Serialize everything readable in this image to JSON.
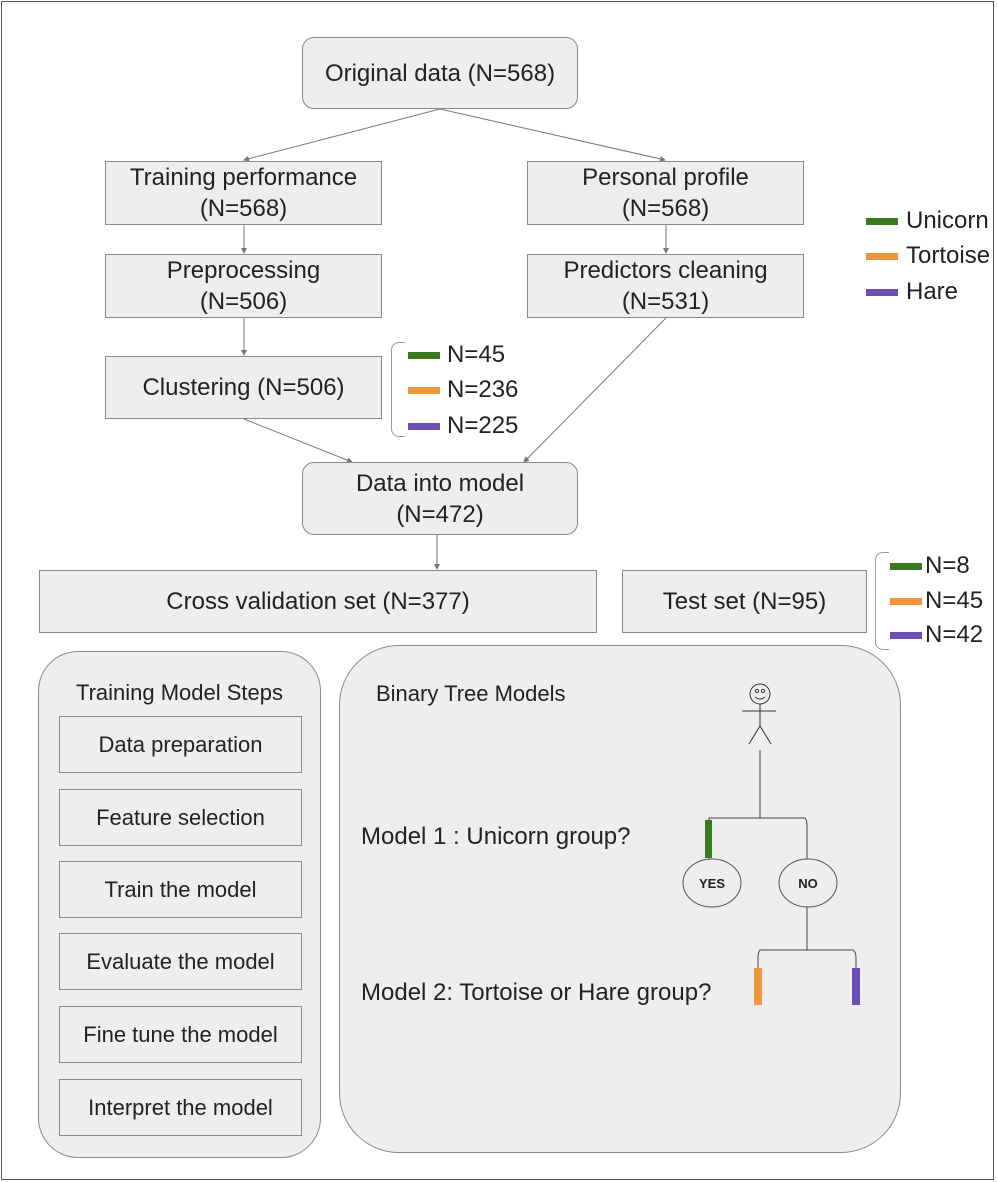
{
  "flow": {
    "original": "Original data (N=568)",
    "training_performance": [
      "Training performance",
      "(N=568)"
    ],
    "personal_profile": [
      "Personal profile",
      "(N=568)"
    ],
    "preprocessing": [
      "Preprocessing",
      "(N=506)"
    ],
    "predictors_cleaning": [
      "Predictors cleaning",
      "(N=531)"
    ],
    "clustering": "Clustering (N=506)",
    "data_into_model": [
      "Data into model",
      "(N=472)"
    ],
    "cross_validation": "Cross validation set (N=377)",
    "test_set": "Test set (N=95)"
  },
  "legend": [
    {
      "label": "Unicorn",
      "color": "#3a7a1f"
    },
    {
      "label": "Tortoise",
      "color": "#f0963a"
    },
    {
      "label": "Hare",
      "color": "#6c4fb3"
    }
  ],
  "cluster_counts": [
    "N=45",
    "N=236",
    "N=225"
  ],
  "test_counts": [
    "N=8",
    "N=45",
    "N=42"
  ],
  "training_steps": {
    "title": "Training Model Steps",
    "items": [
      "Data preparation",
      "Feature selection",
      "Train the model",
      "Evaluate the model",
      "Fine tune the model",
      "Interpret the model"
    ]
  },
  "tree": {
    "title": "Binary Tree Models",
    "model1": "Model 1 : Unicorn group?",
    "model2": "Model 2: Tortoise or Hare group?",
    "yes": "YES",
    "no": "NO"
  }
}
